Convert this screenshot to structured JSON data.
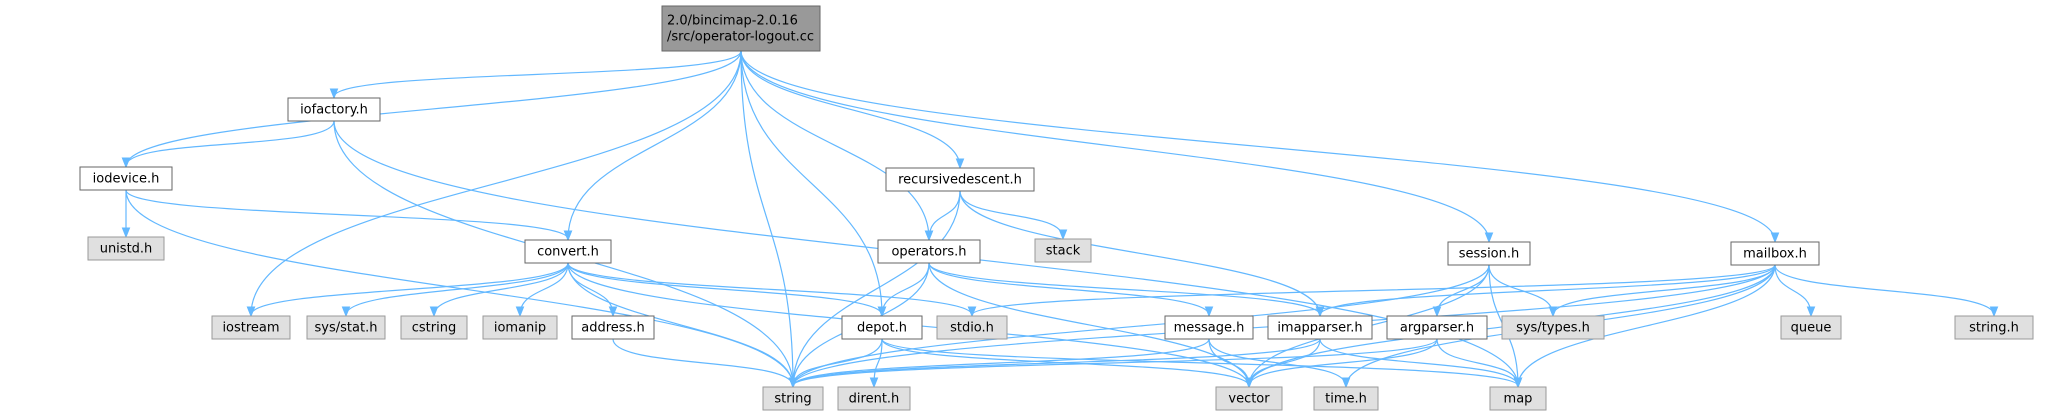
{
  "colors": {
    "root_fill": "#999999",
    "node_fill": "#ffffff",
    "node_stroke": "#666666",
    "external_fill": "#e0e0e0",
    "external_stroke": "#999999",
    "edge": "#63b8ff"
  },
  "nodes": [
    {
      "id": "root",
      "lines": [
        "2.0/bincimap-2.0.16",
        "/src/operator-logout.cc"
      ],
      "kind": "root"
    },
    {
      "id": "iofactory",
      "lines": [
        "iofactory.h"
      ],
      "kind": "header"
    },
    {
      "id": "iodevice",
      "lines": [
        "iodevice.h"
      ],
      "kind": "header"
    },
    {
      "id": "unistd",
      "lines": [
        "unistd.h"
      ],
      "kind": "external"
    },
    {
      "id": "convert",
      "lines": [
        "convert.h"
      ],
      "kind": "header"
    },
    {
      "id": "recursivedescent",
      "lines": [
        "recursivedescent.h"
      ],
      "kind": "header"
    },
    {
      "id": "stack",
      "lines": [
        "stack"
      ],
      "kind": "external"
    },
    {
      "id": "operators",
      "lines": [
        "operators.h"
      ],
      "kind": "header"
    },
    {
      "id": "session",
      "lines": [
        "session.h"
      ],
      "kind": "header"
    },
    {
      "id": "mailbox",
      "lines": [
        "mailbox.h"
      ],
      "kind": "header"
    },
    {
      "id": "iostream",
      "lines": [
        "iostream"
      ],
      "kind": "external"
    },
    {
      "id": "sysstat",
      "lines": [
        "sys/stat.h"
      ],
      "kind": "external"
    },
    {
      "id": "cstring",
      "lines": [
        "cstring"
      ],
      "kind": "external"
    },
    {
      "id": "iomanip",
      "lines": [
        "iomanip"
      ],
      "kind": "external"
    },
    {
      "id": "address",
      "lines": [
        "address.h"
      ],
      "kind": "header"
    },
    {
      "id": "depot",
      "lines": [
        "depot.h"
      ],
      "kind": "header"
    },
    {
      "id": "stdio",
      "lines": [
        "stdio.h"
      ],
      "kind": "external"
    },
    {
      "id": "message",
      "lines": [
        "message.h"
      ],
      "kind": "header"
    },
    {
      "id": "imapparser",
      "lines": [
        "imapparser.h"
      ],
      "kind": "header"
    },
    {
      "id": "argparser",
      "lines": [
        "argparser.h"
      ],
      "kind": "header"
    },
    {
      "id": "systypes",
      "lines": [
        "sys/types.h"
      ],
      "kind": "external"
    },
    {
      "id": "queue",
      "lines": [
        "queue"
      ],
      "kind": "external"
    },
    {
      "id": "stringh",
      "lines": [
        "string.h"
      ],
      "kind": "external"
    },
    {
      "id": "string",
      "lines": [
        "string"
      ],
      "kind": "external"
    },
    {
      "id": "dirent",
      "lines": [
        "dirent.h"
      ],
      "kind": "external"
    },
    {
      "id": "vector",
      "lines": [
        "vector"
      ],
      "kind": "external"
    },
    {
      "id": "timeh",
      "lines": [
        "time.h"
      ],
      "kind": "external"
    },
    {
      "id": "map",
      "lines": [
        "map"
      ],
      "kind": "external"
    }
  ],
  "edges": [
    {
      "from": "root",
      "to": "iofactory"
    },
    {
      "from": "root",
      "to": "iodevice"
    },
    {
      "from": "root",
      "to": "convert"
    },
    {
      "from": "root",
      "to": "recursivedescent"
    },
    {
      "from": "root",
      "to": "operators"
    },
    {
      "from": "root",
      "to": "session"
    },
    {
      "from": "root",
      "to": "mailbox"
    },
    {
      "from": "root",
      "to": "iostream"
    },
    {
      "from": "root",
      "to": "depot"
    },
    {
      "from": "root",
      "to": "string"
    },
    {
      "from": "iofactory",
      "to": "iodevice"
    },
    {
      "from": "iofactory",
      "to": "string"
    },
    {
      "from": "iofactory",
      "to": "map"
    },
    {
      "from": "iodevice",
      "to": "unistd"
    },
    {
      "from": "iodevice",
      "to": "convert"
    },
    {
      "from": "iodevice",
      "to": "string"
    },
    {
      "from": "convert",
      "to": "iostream"
    },
    {
      "from": "convert",
      "to": "sysstat"
    },
    {
      "from": "convert",
      "to": "cstring"
    },
    {
      "from": "convert",
      "to": "iomanip"
    },
    {
      "from": "convert",
      "to": "address"
    },
    {
      "from": "convert",
      "to": "depot"
    },
    {
      "from": "convert",
      "to": "stdio"
    },
    {
      "from": "convert",
      "to": "string"
    },
    {
      "from": "convert",
      "to": "vector"
    },
    {
      "from": "recursivedescent",
      "to": "stack"
    },
    {
      "from": "recursivedescent",
      "to": "operators"
    },
    {
      "from": "recursivedescent",
      "to": "imapparser"
    },
    {
      "from": "recursivedescent",
      "to": "string"
    },
    {
      "from": "operators",
      "to": "depot"
    },
    {
      "from": "operators",
      "to": "message"
    },
    {
      "from": "operators",
      "to": "imapparser"
    },
    {
      "from": "operators",
      "to": "string"
    },
    {
      "from": "operators",
      "to": "vector"
    },
    {
      "from": "session",
      "to": "argparser"
    },
    {
      "from": "session",
      "to": "systypes"
    },
    {
      "from": "session",
      "to": "string"
    },
    {
      "from": "session",
      "to": "vector"
    },
    {
      "from": "session",
      "to": "map"
    },
    {
      "from": "mailbox",
      "to": "imapparser"
    },
    {
      "from": "mailbox",
      "to": "systypes"
    },
    {
      "from": "mailbox",
      "to": "queue"
    },
    {
      "from": "mailbox",
      "to": "stringh"
    },
    {
      "from": "mailbox",
      "to": "stdio"
    },
    {
      "from": "mailbox",
      "to": "string"
    },
    {
      "from": "mailbox",
      "to": "vector"
    },
    {
      "from": "mailbox",
      "to": "timeh"
    },
    {
      "from": "mailbox",
      "to": "map"
    },
    {
      "from": "address",
      "to": "string"
    },
    {
      "from": "depot",
      "to": "string"
    },
    {
      "from": "depot",
      "to": "dirent"
    },
    {
      "from": "depot",
      "to": "vector"
    },
    {
      "from": "depot",
      "to": "map"
    },
    {
      "from": "message",
      "to": "string"
    },
    {
      "from": "message",
      "to": "vector"
    },
    {
      "from": "message",
      "to": "timeh"
    },
    {
      "from": "imapparser",
      "to": "string"
    },
    {
      "from": "imapparser",
      "to": "vector"
    },
    {
      "from": "imapparser",
      "to": "map"
    },
    {
      "from": "argparser",
      "to": "string"
    },
    {
      "from": "argparser",
      "to": "vector"
    },
    {
      "from": "argparser",
      "to": "map"
    }
  ]
}
